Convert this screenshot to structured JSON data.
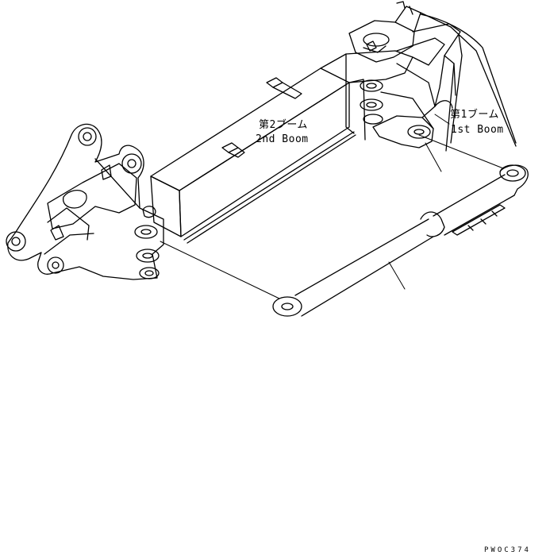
{
  "labels": {
    "second_boom_ja": "第2ブーム",
    "second_boom_en": "2nd Boom",
    "first_boom_ja": "第1ブーム",
    "first_boom_en": "1st Boom",
    "drawing_code": "PWOC374"
  },
  "colors": {
    "line": "#000000",
    "background": "#ffffff"
  }
}
